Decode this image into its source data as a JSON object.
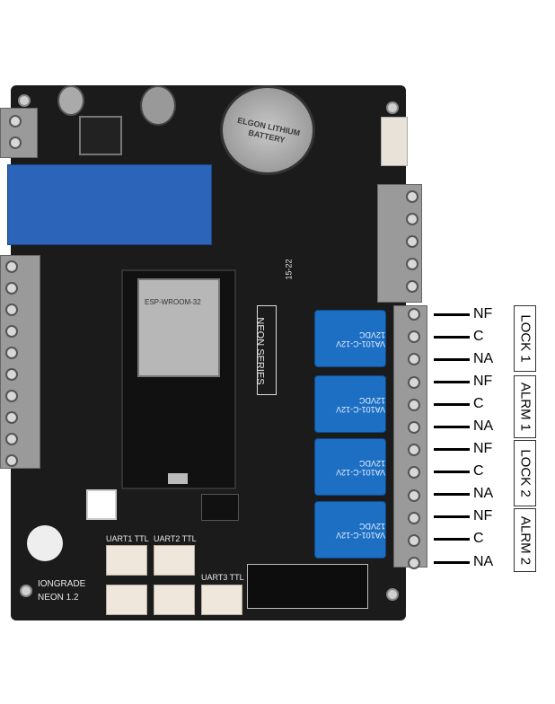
{
  "board": {
    "model_silk": [
      "IONGRADE",
      "NEON 1.2"
    ],
    "series_silk": "NEON SERIES",
    "date_code": "15-22",
    "battery_label": "ELGON LITHIUM BATTERY",
    "relay_marking": "VA101-C-12V 12VDC",
    "uart_labels": [
      "UART1 TTL",
      "UART2 TTL",
      "UART3 TTL"
    ],
    "module_label": "ESP-WROOM-32"
  },
  "annotations": {
    "groups": [
      {
        "name": "LOCK 1",
        "pins": [
          "NF",
          "C",
          "NA"
        ]
      },
      {
        "name": "ALRM 1",
        "pins": [
          "NF",
          "C",
          "NA"
        ]
      },
      {
        "name": "LOCK 2",
        "pins": [
          "NF",
          "C",
          "NA"
        ]
      },
      {
        "name": "ALRM 2",
        "pins": [
          "NF",
          "C",
          "NA"
        ]
      }
    ]
  },
  "colors": {
    "pcb": "#1b1b1c",
    "relay": "#1d6fc4",
    "module": "#2b64b8"
  }
}
